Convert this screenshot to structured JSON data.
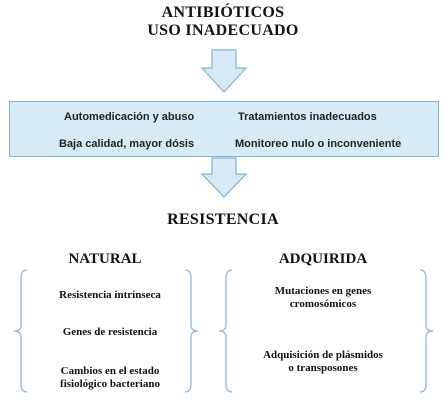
{
  "title": {
    "line1": "ANTIBIÓTICOS",
    "line2": "USO  INADECUADO"
  },
  "causes": [
    "Automedicación y abuso",
    "Tratamientos inadecuados",
    "Baja calidad,  mayor dósis",
    "Monitoreo  nulo o  inconveniente"
  ],
  "result": "RESISTENCIA",
  "natural": {
    "heading": "NATURAL",
    "items": [
      "Resistencia intrínseca",
      "Genes  de resistencia",
      "Cambios en el estado",
      "fisiológico bacteriano"
    ]
  },
  "adquirida": {
    "heading": "ADQUIRIDA",
    "items": [
      "Mutaciones en genes",
      "cromosómicos",
      "Adquisición de plásmidos",
      "o transposones"
    ]
  },
  "colors": {
    "arrow_fill": "#d7ebf6",
    "arrow_stroke": "#7fb2d1",
    "box_fill": "#d7ebf6",
    "bracket": "#8fb8d8"
  }
}
